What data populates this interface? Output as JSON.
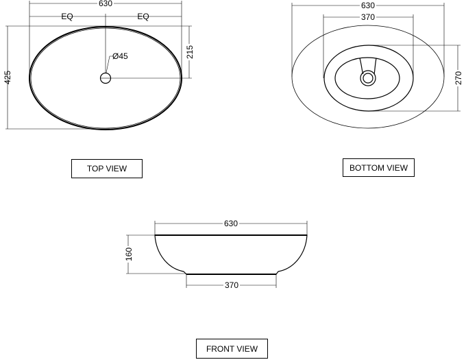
{
  "top_view": {
    "label": "TOP VIEW",
    "width_dim": "630",
    "eq_left": "EQ",
    "eq_right": "EQ",
    "height_dim": "425",
    "half_height_dim": "215",
    "drain_dim": "Ø45"
  },
  "bottom_view": {
    "label": "BOTTOM VIEW",
    "width_dim": "630",
    "base_width_dim": "370",
    "base_height_dim": "270"
  },
  "front_view": {
    "label": "FRONT VIEW",
    "width_dim": "630",
    "height_dim": "160",
    "base_width_dim": "370"
  }
}
